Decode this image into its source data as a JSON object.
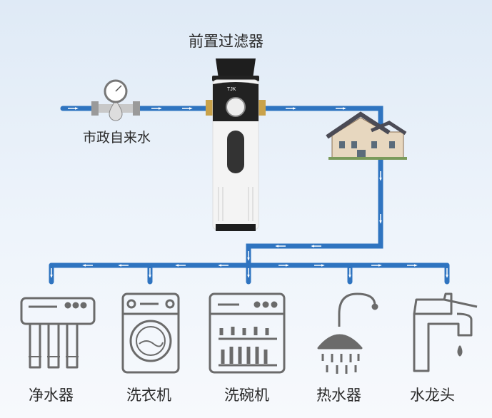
{
  "title": "前置过滤器",
  "source_label": "市政自来水",
  "filter_brand": "TJK",
  "appliances": [
    {
      "label": "净水器",
      "icon": "water-purifier-icon"
    },
    {
      "label": "洗衣机",
      "icon": "washing-machine-icon"
    },
    {
      "label": "洗碗机",
      "icon": "dishwasher-icon"
    },
    {
      "label": "热水器",
      "icon": "shower-icon"
    },
    {
      "label": "水龙头",
      "icon": "faucet-icon"
    }
  ],
  "colors": {
    "pipe": "#2f74c0",
    "icon_stroke": "#6b6b6b",
    "text": "#2a2a2a"
  }
}
